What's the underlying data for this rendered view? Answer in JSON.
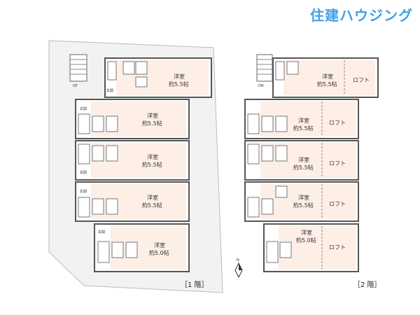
{
  "brand": {
    "logo_text": "住建ハウジング",
    "accent_color": "#3ea0e8",
    "room_fill": "#fdeee6"
  },
  "floor1": {
    "label": "［1 階］",
    "units": [
      {
        "room": "洋室",
        "size": "約5.5帖",
        "entrance": "玄関"
      },
      {
        "room": "洋室",
        "size": "約5.5帖",
        "entrance": "玄関"
      },
      {
        "room": "洋室",
        "size": "約5.5帖",
        "entrance": "玄関"
      },
      {
        "room": "洋室",
        "size": "約5.5帖",
        "entrance": "玄関"
      },
      {
        "room": "洋室",
        "size": "約5.0帖",
        "entrance": "玄関"
      }
    ],
    "stair_mark": "UP"
  },
  "floor2": {
    "label": "［2 階］",
    "loft_label": "ロフト",
    "units": [
      {
        "room": "洋室",
        "size": "約5.5帖"
      },
      {
        "room": "洋室",
        "size": "約5.5帖"
      },
      {
        "room": "洋室",
        "size": "約5.5帖"
      },
      {
        "room": "洋室",
        "size": "約5.5帖"
      },
      {
        "room": "洋室",
        "size": "約5.0帖"
      }
    ],
    "stair_mark": "DN"
  },
  "compass": {
    "north": "N"
  }
}
